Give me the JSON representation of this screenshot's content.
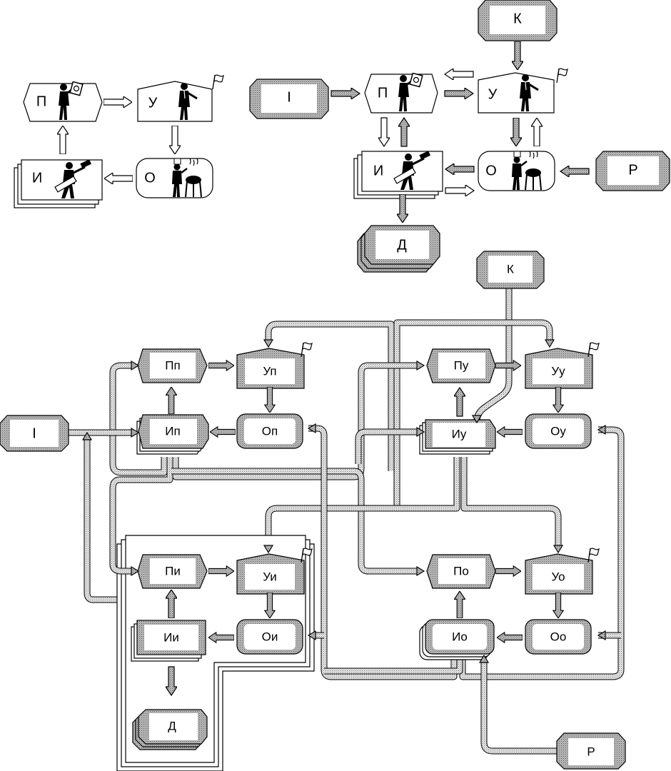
{
  "top_left": {
    "p": "П",
    "u": "У",
    "o": "О",
    "i": "И"
  },
  "top_right": {
    "k": "К",
    "i_input": "I",
    "p": "П",
    "u": "У",
    "o": "О",
    "i": "И",
    "r": "Р",
    "d": "Д"
  },
  "bottom": {
    "k": "К",
    "i_input": "I",
    "r": "Р",
    "d": "Д",
    "pp": "Пп",
    "up": "Уп",
    "ip": "Ип",
    "op": "Оп",
    "pu": "Пу",
    "uu": "Уу",
    "iu": "Иу",
    "ou": "Оу",
    "pi": "Пи",
    "ui": "Уи",
    "ii": "Ии",
    "oi": "Ои",
    "po": "По",
    "uo": "Уо",
    "io": "Ио",
    "oo": "Оо"
  },
  "icons": [
    "worker-with-board-icon",
    "manager-pointing-icon",
    "cook-with-grill-icon",
    "worker-with-hammer-icon",
    "flag-icon"
  ]
}
